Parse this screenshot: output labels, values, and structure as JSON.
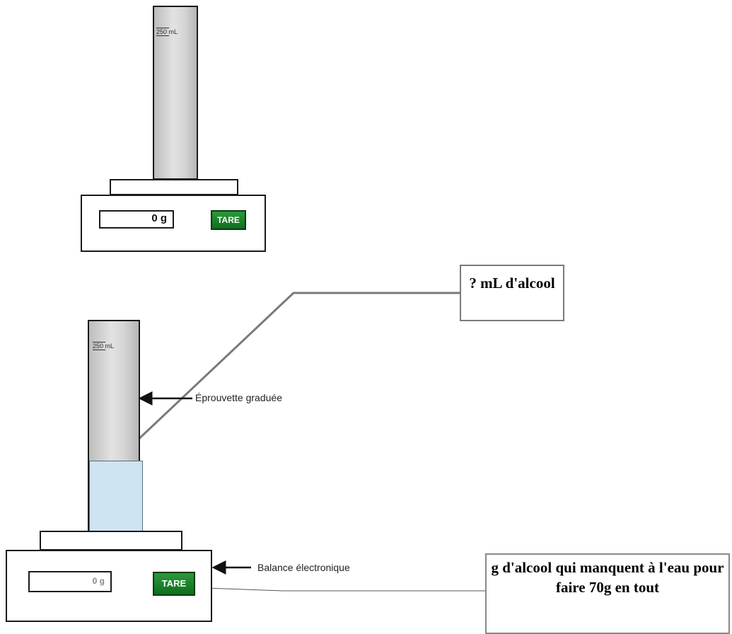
{
  "top_setup": {
    "cylinder_label": "250 mL",
    "display_value": "0 g",
    "tare_label": "TARE"
  },
  "bottom_setup": {
    "cylinder_label": "250 mL",
    "display_value": "0 g",
    "tare_label": "TARE"
  },
  "callouts": {
    "volume": "? mL d'alcool",
    "mass": "g d'alcool qui manquent à l'eau pour faire 70g en tout"
  },
  "labels": {
    "cylinder": "Éprouvette graduée",
    "scale": "Balance électronique"
  },
  "colors": {
    "liquid": "#cfe4f2",
    "tare_button": "#1f8a2e",
    "callout_border": "#7a7a7a"
  }
}
